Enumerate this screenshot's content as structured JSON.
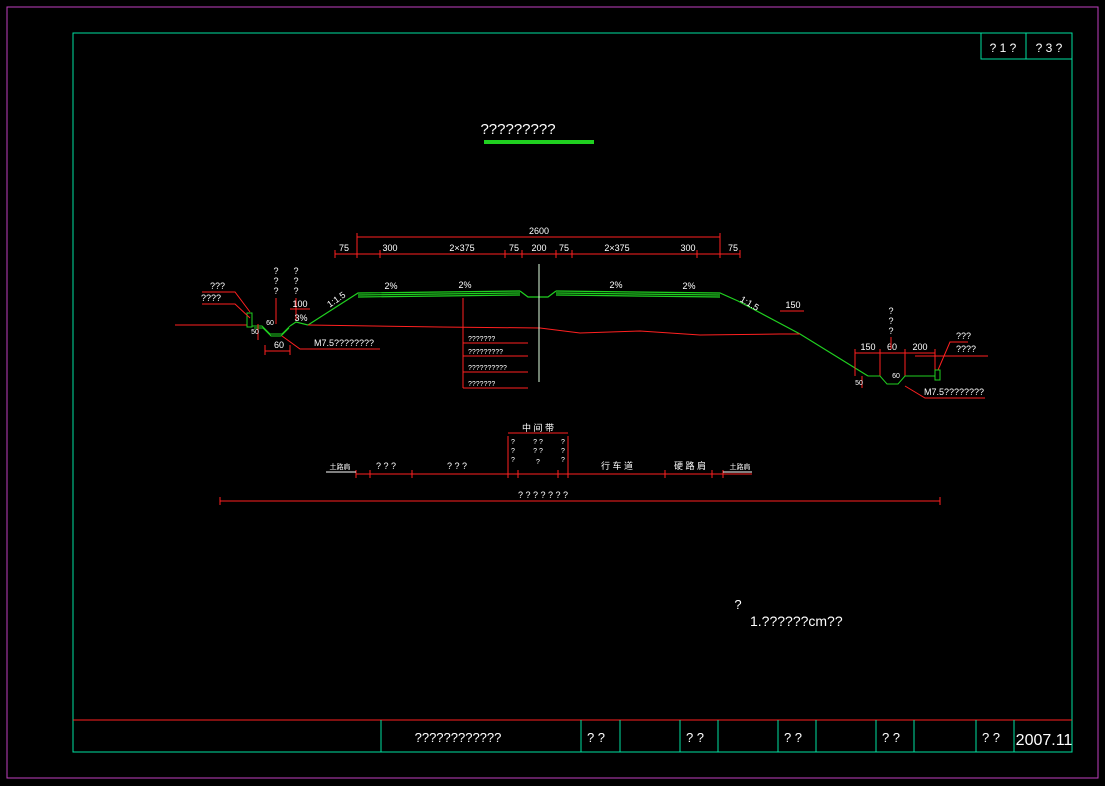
{
  "colors": {
    "background": "#000000",
    "outer_frame": "#c040c0",
    "inner_frame": "#00e0a0",
    "dimension": "#ff2020",
    "embankment": "#20d020",
    "text": "#ffffff",
    "centerline": "#e0ffe0"
  },
  "sheet": {
    "page_label_1": "? 1 ?",
    "page_label_2": "? 3 ?"
  },
  "drawing": {
    "title": "?????????",
    "dims_top": {
      "overall": "2600",
      "d75_left": "75",
      "d300_left": "300",
      "d2x375_left": "2×375",
      "d75_mid_left": "75",
      "d200_mid": "200",
      "d75_mid_right": "75",
      "d2x375_right": "2×375",
      "d300_right": "300",
      "d75_right": "75"
    },
    "slopes": {
      "s2_1": "2%",
      "s2_2": "2%",
      "s2_3": "2%",
      "s2_4": "2%",
      "s15_left": "1:1.5",
      "s15_right": "1:1.5",
      "s3": "3%"
    },
    "left_side": {
      "label_1": "???",
      "label_2": "????",
      "v_label_1": "?",
      "v_label_1b": "?",
      "v_label_1c": "?",
      "v_label_2": "?",
      "v_label_2b": "?",
      "v_label_2c": "?",
      "d100": "100",
      "d60": "60",
      "d50": "50",
      "d60v": "60",
      "mortar": "M7.5????????"
    },
    "right_side": {
      "d150_top": "150",
      "d150": "150",
      "d60": "60",
      "d200": "200",
      "d60v": "60",
      "v_label_1": "?",
      "v_label_1b": "?",
      "v_label_1c": "?",
      "label_1": "???",
      "label_2": "????",
      "mortar": "M7.5????????"
    },
    "pavement_layers": [
      "???????",
      "?????????",
      "??????????",
      "???????"
    ],
    "bottom": {
      "median": "中 间 带",
      "shoulder_left": "土路肩",
      "hard_left": "? ? ?",
      "lane_left": "? ? ?",
      "lane_right": "行 车 道",
      "hard_right": "硬 路 肩",
      "shoulder_right": "土路肩",
      "med_c1a": "?",
      "med_c1b": "?",
      "med_c1c": "?",
      "med_c2a": "? ?",
      "med_c2b": "? ?",
      "med_c2c": "?",
      "med_c3a": "?",
      "med_c3b": "?",
      "med_c3c": "?",
      "total": "? ? ? ? ? ? ?"
    },
    "note_mark": "?",
    "note": "1.??????cm??"
  },
  "title_block": {
    "drawing_name": "????????????",
    "f1": "? ?",
    "f2": "? ?",
    "f3": "? ?",
    "f4": "? ?",
    "f5": "? ?",
    "date": "2007.11"
  }
}
